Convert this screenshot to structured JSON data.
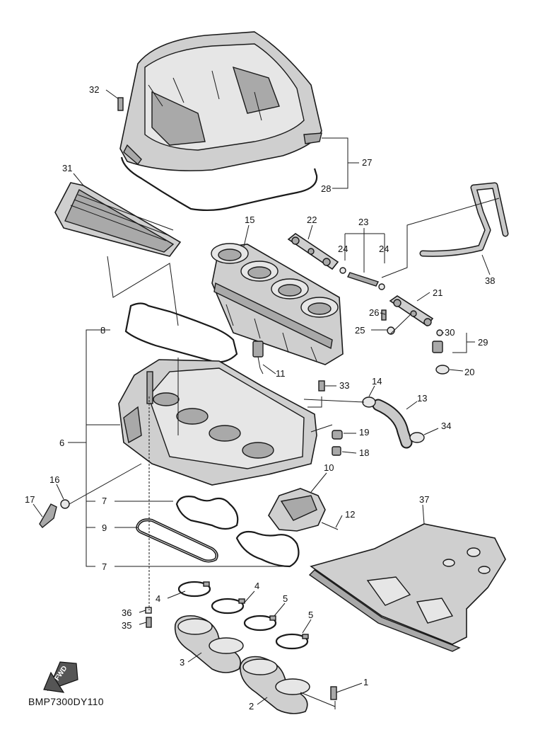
{
  "diagram_code": "BMP7300DY110",
  "fwd_label": "FWD",
  "callouts": {
    "c1": "1",
    "c2": "2",
    "c3": "3",
    "c4a": "4",
    "c4b": "4",
    "c5a": "5",
    "c5b": "5",
    "c6": "6",
    "c7a": "7",
    "c7b": "7",
    "c8": "8",
    "c9": "9",
    "c10": "10",
    "c11": "11",
    "c12": "12",
    "c13": "13",
    "c14": "14",
    "c15": "15",
    "c16": "16",
    "c17": "17",
    "c18": "18",
    "c19": "19",
    "c20": "20",
    "c21": "21",
    "c22": "22",
    "c23": "23",
    "c24a": "24",
    "c24b": "24",
    "c25": "25",
    "c26": "26",
    "c27": "27",
    "c28": "28",
    "c29": "29",
    "c30": "30",
    "c31": "31",
    "c32": "32",
    "c33": "33",
    "c34": "34",
    "c35": "35",
    "c36": "36",
    "c37": "37",
    "c38": "38"
  }
}
